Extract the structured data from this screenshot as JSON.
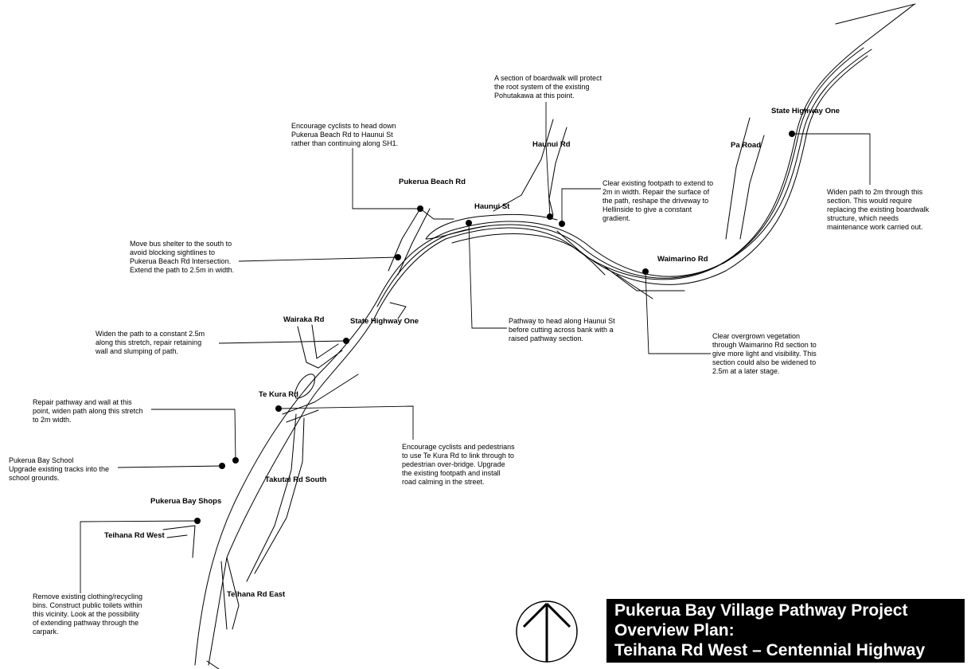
{
  "title": {
    "line1": "Pukerua Bay Village Pathway Project",
    "line2": "Overview Plan:",
    "line3": "Teihana Rd West – Centennial Highway"
  },
  "road_labels": {
    "state_highway_one_north": "State Highway One",
    "pa_road": "Pa Road",
    "haunui_rd": "Haunui Rd",
    "haunui_st": "Haunui St",
    "pukerua_beach_rd": "Pukerua Beach Rd",
    "waimarino_rd": "Waimarino Rd",
    "wairaka_rd": "Wairaka Rd",
    "state_highway_one_south": "State Highway One",
    "te_kura_rd": "Te Kura Rd",
    "takutai_rd_south": "Takutai Rd South",
    "pukerua_bay_shops": "Pukerua Bay Shops",
    "teihana_rd_west": "Teihana Rd West",
    "teihana_rd_east": "Teihana Rd East"
  },
  "notes": {
    "boardwalk": "A section of boardwalk will protect\nthe root system of the existing\nPohutakawa at this point.",
    "cyclists_beach_rd": "Encourage cyclists to head down\nPukerua Beach Rd to Haunui St\nrather than continuing along SH1.",
    "clear_footpath": "Clear existing footpath to extend to\n2m in width. Repair the surface of\nthe path, reshape the driveway to\nHellinside to give a constant\ngradient.",
    "widen_sh1": "Widen path to 2m through this\nsection. This would require\nreplacing the existing boardwalk\nstructure, which needs\nmaintenance work carried out.",
    "bus_shelter": "Move bus shelter to the south to\navoid blocking sightlines to\nPukerua Beach Rd Intersection.\nExtend the path to 2.5m in width.",
    "haunui_pathway": "Pathway to head along Haunui St\nbefore cutting across bank with a\nraised pathway section.",
    "waimarino_vegetation": "Clear overgrown vegetation\nthrough Waimarino Rd section to\ngive more light and visibility. This\nsection could also be widened to\n2.5m at a later stage.",
    "widen_25": "Widen the path to a constant 2.5m\nalong this stretch, repair retaining\nwall and slumping of path.",
    "repair_wall": "Repair pathway and wall at this\npoint, widen path along this stretch\nto 2m width.",
    "school": "Pukerua Bay School\nUpgrade existing tracks into the\nschool grounds.",
    "te_kura": "Encourage cyclists and pedestrians\nto use Te Kura Rd to link through to\npedestrian over-bridge. Upgrade\nthe existing footpath and install\nroad calming in the street.",
    "shops": "Remove existing clothing/recycling\nbins. Construct public toilets within\nthis vicinity. Look at the possibility\nof extending pathway through the\ncarpark."
  },
  "icons": {
    "north_arrow": "north-arrow-icon"
  },
  "colors": {
    "ink": "#000000",
    "paper": "#ffffff",
    "title_bg": "#000000",
    "title_text": "#ffffff"
  }
}
